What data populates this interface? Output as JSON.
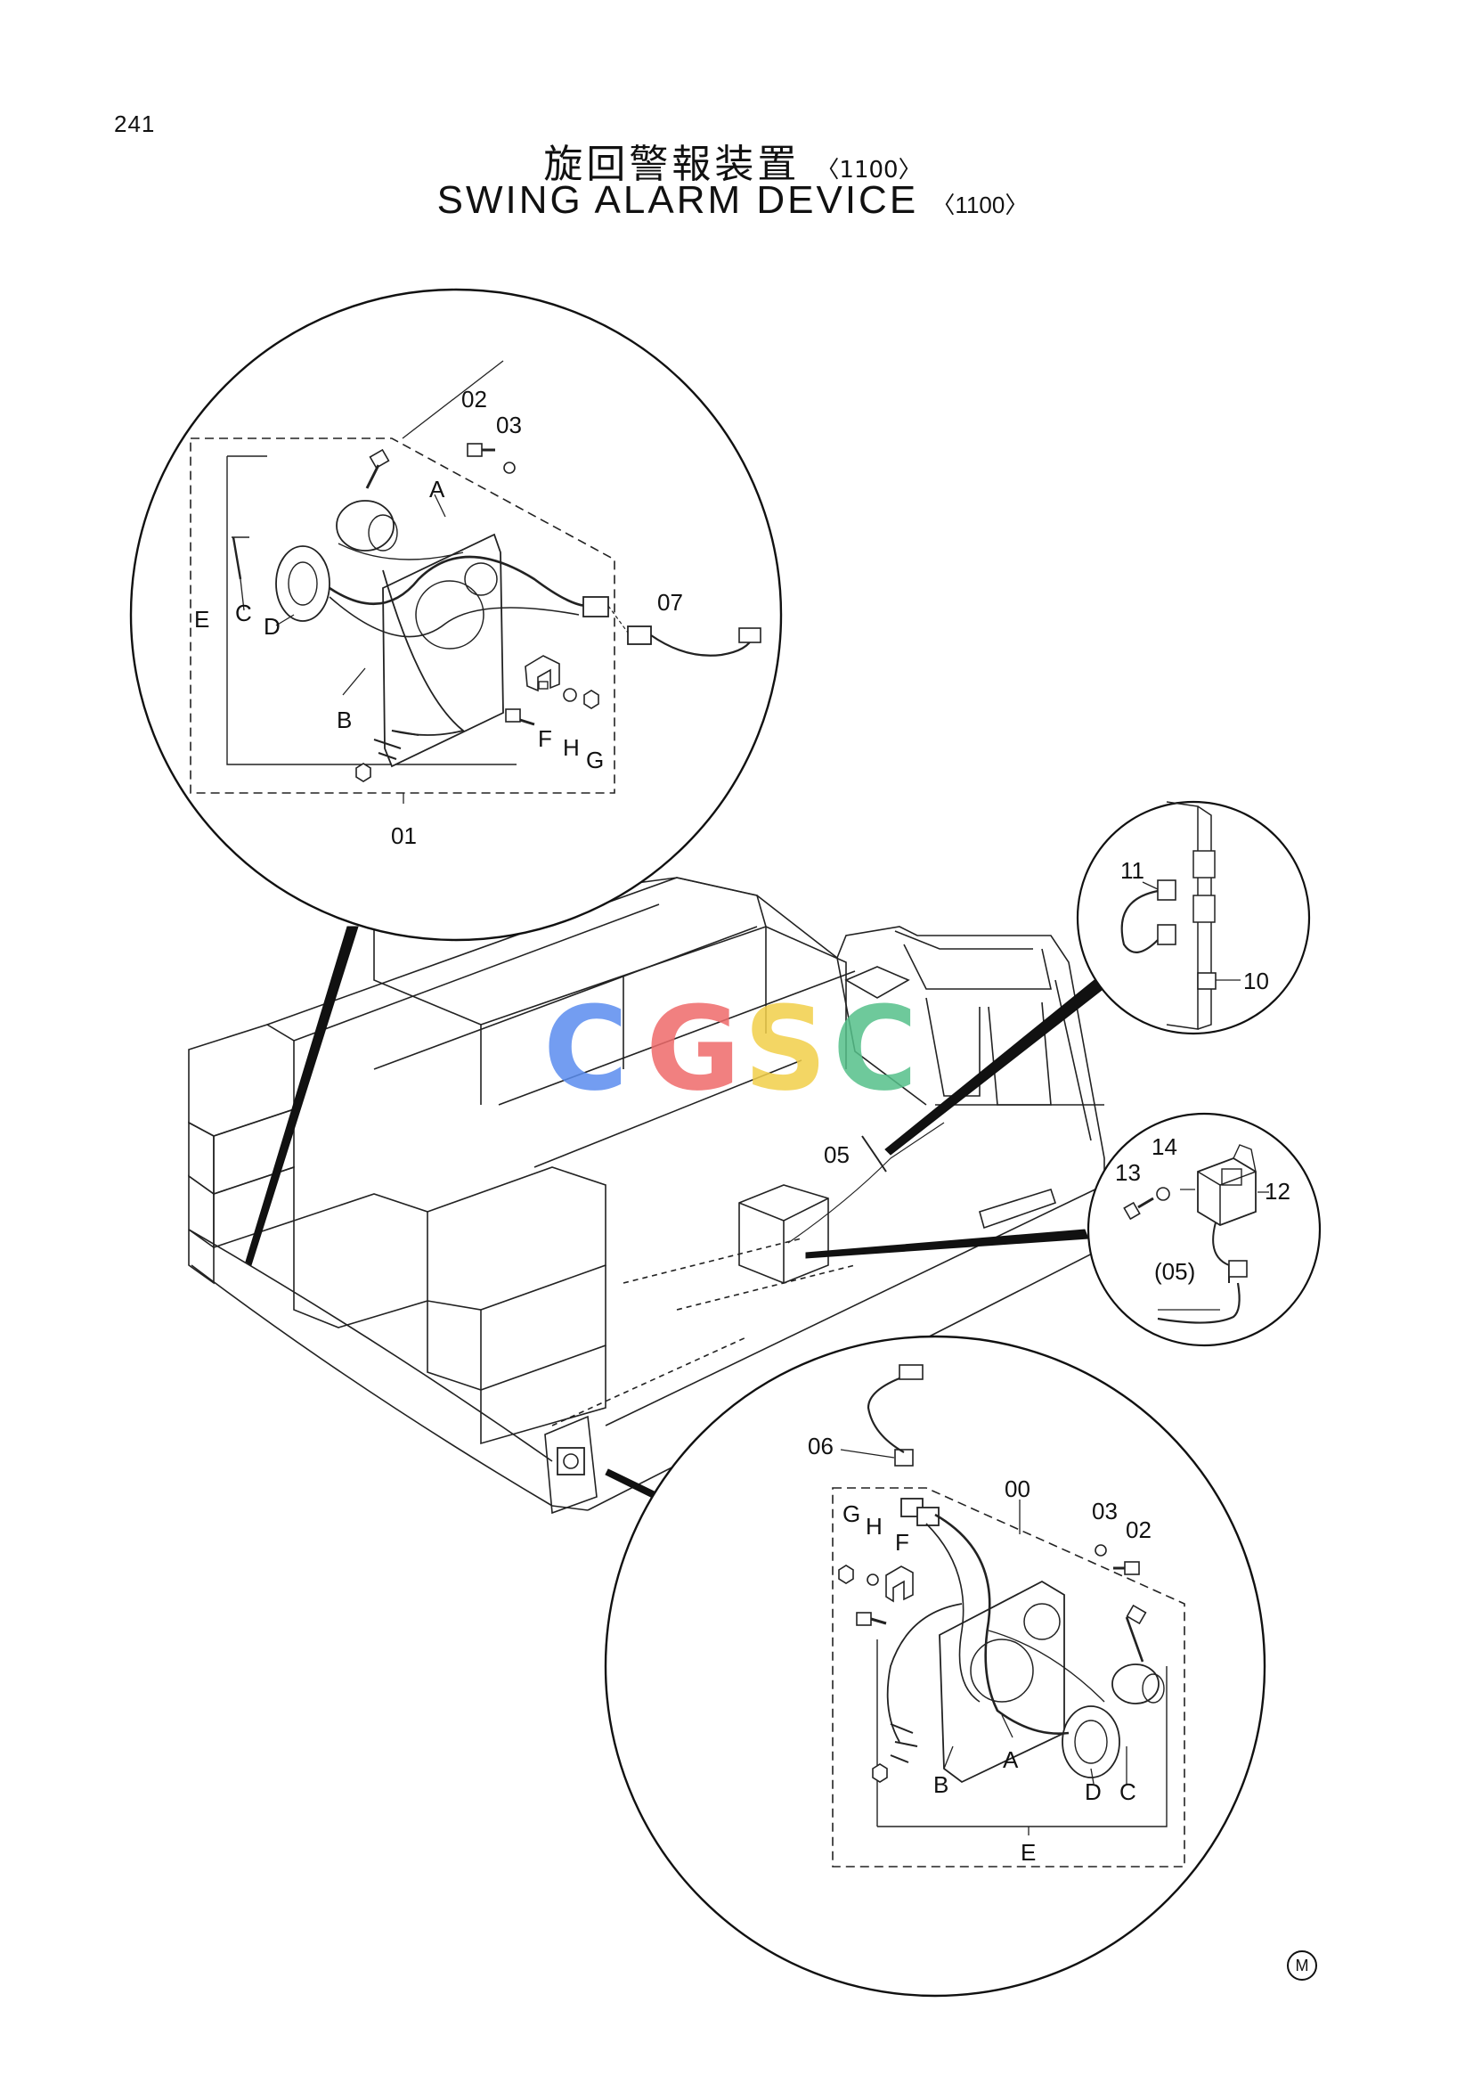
{
  "page_number": "241",
  "title": {
    "jp": "旋回警報装置",
    "en": "SWING ALARM DEVICE",
    "code": "〈1100〉"
  },
  "watermark": "CGSC",
  "watermark_colors": [
    "#5b8def",
    "#ef6b6b",
    "#f2cf4a",
    "#55c08a"
  ],
  "corner_mark": "M",
  "callouts_top": {
    "p01": "01",
    "p02": "02",
    "p03": "03",
    "p07": "07",
    "A": "A",
    "B": "B",
    "C": "C",
    "D": "D",
    "E": "E",
    "F": "F",
    "G": "G",
    "H": "H"
  },
  "callouts_right_upper": {
    "p11": "11",
    "p10": "10"
  },
  "callouts_right_lower": {
    "p12": "12",
    "p13": "13",
    "p14": "14",
    "p05paren": "(05)"
  },
  "callouts_machine": {
    "p05": "05"
  },
  "callouts_bottom": {
    "p00": "00",
    "p02": "02",
    "p03": "03",
    "p06": "06",
    "A": "A",
    "B": "B",
    "C": "C",
    "D": "D",
    "E": "E",
    "F": "F",
    "G": "G",
    "H": "H"
  }
}
